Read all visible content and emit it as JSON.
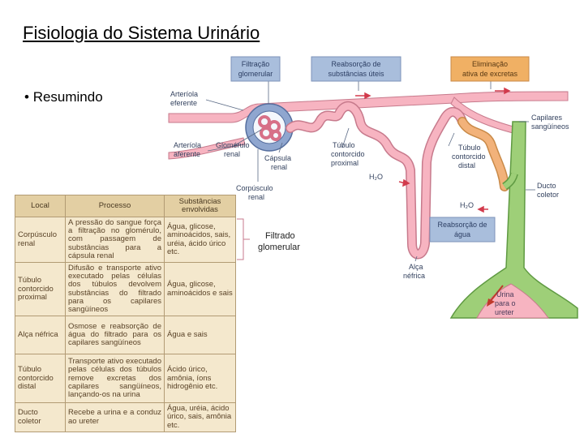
{
  "title": "Fisiologia do Sistema Urinário",
  "bullet": "Resumindo",
  "diagram": {
    "box_filtracao": [
      "Filtração",
      "glomerular"
    ],
    "box_reabsorcao_uteis": [
      "Reabsorção de",
      "substâncias úteis"
    ],
    "box_eliminacao": [
      "Eliminação",
      "ativa de excretas"
    ],
    "box_reabsorcao_agua": [
      "Reabsorção de",
      "água"
    ],
    "label_arteriola_eferente": [
      "Arteríola",
      "eferente"
    ],
    "label_arteriola_aferente": [
      "Arteríola",
      "aferente"
    ],
    "label_glomerulo": [
      "Glomérulo",
      "renal"
    ],
    "label_capsula": [
      "Cápsula",
      "renal"
    ],
    "label_corpusculo": [
      "Corpúsculo",
      "renal"
    ],
    "label_tubulo_proximal": [
      "Túbulo",
      "contorcido",
      "proximal"
    ],
    "label_tubulo_distal": [
      "Túbulo",
      "contorcido",
      "distal"
    ],
    "label_capilares": [
      "Capilares",
      "sangüíneos"
    ],
    "label_ducto": [
      "Ducto",
      "coletor"
    ],
    "label_h2o_1": "H₂O",
    "label_h2o_2": "H₂O",
    "label_alca": [
      "Alça",
      "néfrica"
    ],
    "label_urina": [
      "Urina",
      "para o",
      "ureter"
    ],
    "label_filtrado": [
      "Filtrado",
      "glomerular"
    ]
  },
  "table": {
    "headers": [
      "Local",
      "Processo",
      "Substâncias envolvidas"
    ],
    "rows": [
      {
        "local": "Corpúsculo renal",
        "processo": "A pressão do sangue força a filtração no glomérulo, com passagem de substâncias para a cápsula renal",
        "substancias": "Água, glicose, aminoácidos, sais, uréia, ácido úrico etc."
      },
      {
        "local": "Túbulo contorcido proximal",
        "processo": "Difusão e transporte ativo executado pelas células dos túbulos devolvem substâncias do filtrado para os capilares sangüíneos",
        "substancias": "Água, glicose, aminoácidos e sais"
      },
      {
        "local": "Alça néfrica",
        "processo": "Osmose e reabsorção de água do filtrado para os capilares sangüíneos",
        "substancias": "Água e sais"
      },
      {
        "local": "Túbulo contorcido distal",
        "processo": "Transporte ativo executado pelas células dos túbulos remove excretas dos capilares sangüíneos, lançando-os na urina",
        "substancias": "Ácido úrico, amônia, íons hidrogênio etc."
      },
      {
        "local": "Ducto coletor",
        "processo": "Recebe a urina e a conduz ao ureter",
        "substancias": "Água, uréia, ácido úrico, sais, amônia etc."
      }
    ]
  },
  "colors": {
    "box_fill": "#a9bedc",
    "box_text": "#2d3f64",
    "box_orange": "#f0b064",
    "vessel_pink": "#f7b4c1",
    "tubule_green": "#9ecf78",
    "capsule_blue": "#8fa6cf",
    "label_text": "#34425f"
  }
}
